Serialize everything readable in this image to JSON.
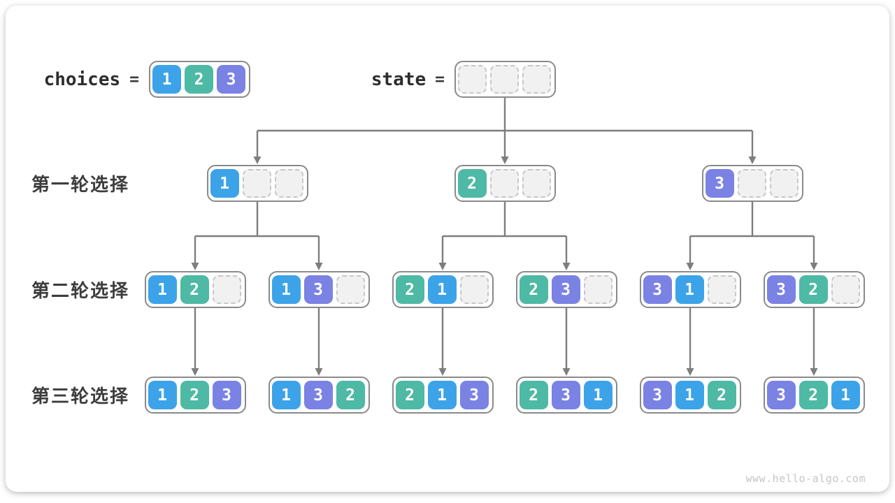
{
  "diagram": {
    "header": {
      "choices_label": "choices",
      "equals_sign": "=",
      "choices_values": [
        1,
        2,
        3
      ],
      "state_values": [
        null,
        null,
        null
      ],
      "state_label": "state"
    },
    "rounds": [
      {
        "label": "第一轮选择",
        "nodes": [
          [
            1,
            null,
            null
          ],
          [
            2,
            null,
            null
          ],
          [
            3,
            null,
            null
          ]
        ]
      },
      {
        "label": "第二轮选择",
        "nodes": [
          [
            1,
            2,
            null
          ],
          [
            1,
            3,
            null
          ],
          [
            2,
            1,
            null
          ],
          [
            2,
            3,
            null
          ],
          [
            3,
            1,
            null
          ],
          [
            3,
            2,
            null
          ]
        ]
      },
      {
        "label": "第三轮选择",
        "nodes": [
          [
            1,
            2,
            3
          ],
          [
            1,
            3,
            2
          ],
          [
            2,
            1,
            3
          ],
          [
            2,
            3,
            1
          ],
          [
            3,
            1,
            2
          ],
          [
            3,
            2,
            1
          ]
        ]
      }
    ],
    "value_colors": {
      "1": "#3ca3e9",
      "2": "#4eb9a5",
      "3": "#7a82e4"
    },
    "line_color": "#7e7e7e",
    "watermark": "www.hello-algo.com"
  }
}
